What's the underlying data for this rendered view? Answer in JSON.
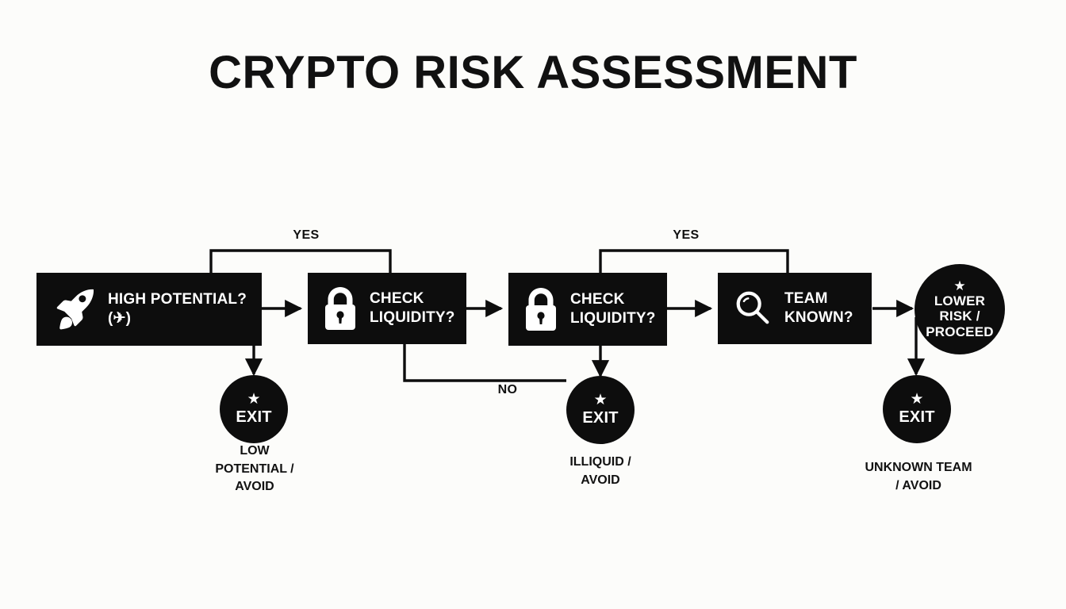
{
  "page": {
    "title": "CRYPTO RISK ASSESSMENT",
    "background_color": "#fcfcfa",
    "ink_color": "#0d0d0d",
    "paper_color": "#ffffff"
  },
  "nodes": {
    "high_potential": {
      "label": "HIGH POTENTIAL?\n(✈)",
      "icon": "rocket-icon",
      "shape": "rect"
    },
    "check_liquidity_1": {
      "label": "CHECK\nLIQUIDITY?",
      "icon": "lock-icon",
      "shape": "rect"
    },
    "check_liquidity_2": {
      "label": "CHECK\nLIQUIDITY?",
      "icon": "lock-icon",
      "shape": "rect"
    },
    "team_known": {
      "label": "TEAM\nKNOWN?",
      "icon": "magnifier-icon",
      "shape": "rect"
    },
    "lower_risk": {
      "label": "LOWER\nRISK /\nPROCEED",
      "icon": "star-icon",
      "shape": "circle"
    },
    "exit_1": {
      "label": "EXIT",
      "icon": "star-icon",
      "shape": "circle",
      "caption": "LOW\nPOTENTIAL /\nAVOID"
    },
    "exit_2": {
      "label": "EXIT",
      "icon": "star-icon",
      "shape": "circle",
      "caption": "ILLIQUID /\nAVOID"
    },
    "exit_3": {
      "label": "EXIT",
      "icon": "star-icon",
      "shape": "circle",
      "caption": "UNKNOWN TEAM\n/ AVOID"
    }
  },
  "edges": {
    "yes_1": "YES",
    "yes_2": "YES",
    "no_1": "NO"
  },
  "chart_data": {
    "type": "diagram",
    "title": "CRYPTO RISK ASSESSMENT",
    "diagram_kind": "flowchart",
    "orientation": "left-to-right",
    "steps": [
      {
        "id": "high_potential",
        "text": "HIGH POTENTIAL? (✈)",
        "icon": "rocket-icon",
        "shape": "rect"
      },
      {
        "id": "check_liquidity_1",
        "text": "CHECK LIQUIDITY?",
        "icon": "lock-icon",
        "shape": "rect"
      },
      {
        "id": "check_liquidity_2",
        "text": "CHECK LIQUIDITY?",
        "icon": "lock-icon",
        "shape": "rect"
      },
      {
        "id": "team_known",
        "text": "TEAM KNOWN?",
        "icon": "magnifier-icon",
        "shape": "rect"
      },
      {
        "id": "lower_risk",
        "text": "LOWER RISK / PROCEED",
        "icon": "star-icon",
        "shape": "circle"
      },
      {
        "id": "exit_1",
        "text": "EXIT",
        "icon": "star-icon",
        "shape": "circle",
        "caption": "LOW POTENTIAL / AVOID"
      },
      {
        "id": "exit_2",
        "text": "EXIT",
        "icon": "star-icon",
        "shape": "circle",
        "caption": "ILLIQUID / AVOID"
      },
      {
        "id": "exit_3",
        "text": "EXIT",
        "icon": "star-icon",
        "shape": "circle",
        "caption": "UNKNOWN TEAM / AVOID"
      }
    ],
    "connections": [
      {
        "from": "high_potential",
        "to": "check_liquidity_1",
        "label": "YES",
        "route": "top-bracket"
      },
      {
        "from": "high_potential",
        "to": "check_liquidity_1",
        "label": "",
        "route": "straight"
      },
      {
        "from": "high_potential",
        "to": "exit_1",
        "label": "",
        "route": "down"
      },
      {
        "from": "check_liquidity_1",
        "to": "check_liquidity_2",
        "label": "",
        "route": "straight"
      },
      {
        "from": "check_liquidity_1",
        "to": "exit_2",
        "label": "NO",
        "route": "down-right"
      },
      {
        "from": "check_liquidity_2",
        "to": "team_known",
        "label": "YES",
        "route": "top-bracket"
      },
      {
        "from": "check_liquidity_2",
        "to": "team_known",
        "label": "",
        "route": "straight"
      },
      {
        "from": "check_liquidity_2",
        "to": "exit_2",
        "label": "",
        "route": "down"
      },
      {
        "from": "team_known",
        "to": "lower_risk",
        "label": "",
        "route": "straight"
      },
      {
        "from": "lower_risk",
        "to": "exit_3",
        "label": "",
        "route": "down"
      }
    ]
  }
}
